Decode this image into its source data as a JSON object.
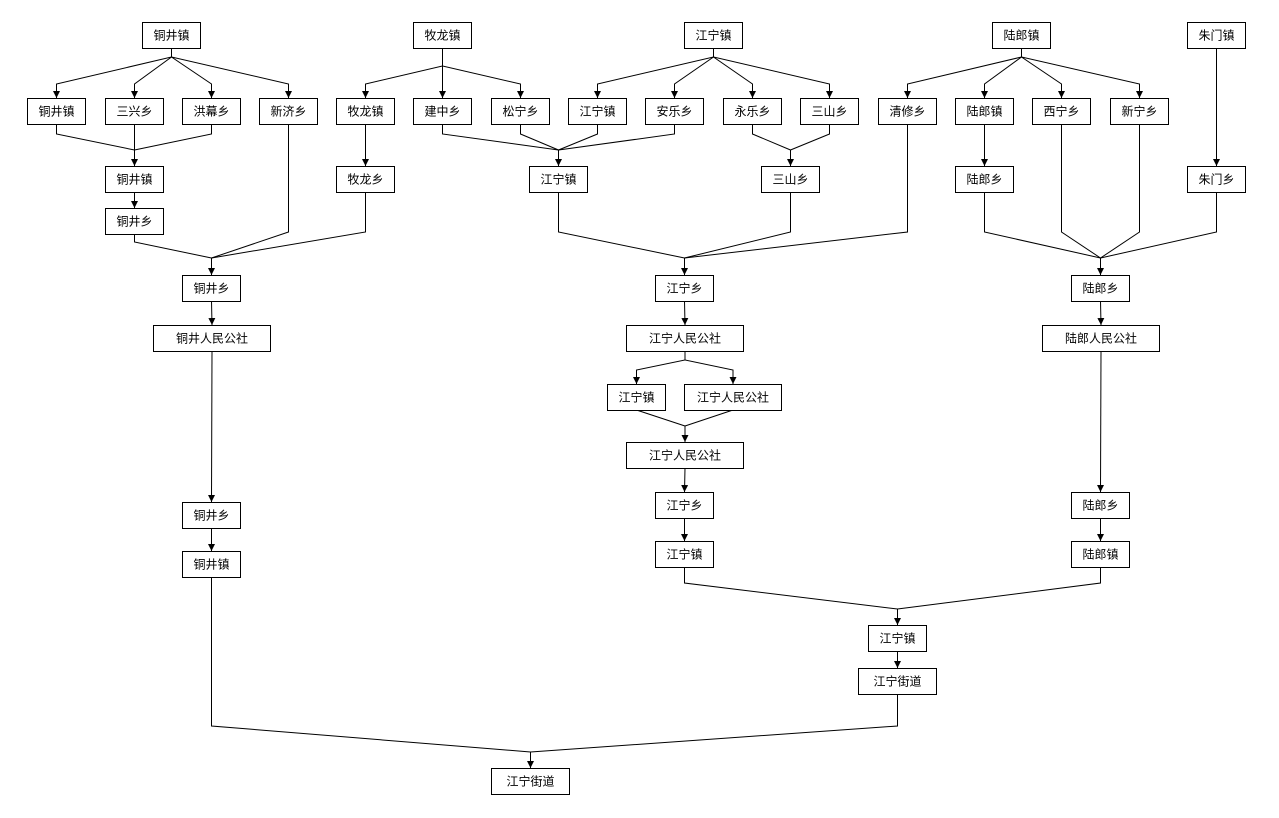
{
  "nodes": [
    {
      "id": "tongjing_zhen_top",
      "label": "铜井镇"
    },
    {
      "id": "mulong_zhen_top",
      "label": "牧龙镇"
    },
    {
      "id": "jiangning_zhen_top",
      "label": "江宁镇"
    },
    {
      "id": "lulang_zhen_top",
      "label": "陆郎镇"
    },
    {
      "id": "zhumen_zhen_top",
      "label": "朱门镇"
    },
    {
      "id": "tongjing_zhen_r2",
      "label": "铜井镇"
    },
    {
      "id": "sanxing_xiang",
      "label": "三兴乡"
    },
    {
      "id": "hongmu_xiang",
      "label": "洪幕乡"
    },
    {
      "id": "xinji_xiang",
      "label": "新济乡"
    },
    {
      "id": "mulong_zhen_r2",
      "label": "牧龙镇"
    },
    {
      "id": "jianzhong_xiang",
      "label": "建中乡"
    },
    {
      "id": "songning_xiang",
      "label": "松宁乡"
    },
    {
      "id": "jiangning_zhen_r2",
      "label": "江宁镇"
    },
    {
      "id": "anle_xiang",
      "label": "安乐乡"
    },
    {
      "id": "yongle_xiang",
      "label": "永乐乡"
    },
    {
      "id": "sanshan_xiang_r2",
      "label": "三山乡"
    },
    {
      "id": "qingxiu_xiang",
      "label": "清修乡"
    },
    {
      "id": "lulang_zhen_r2",
      "label": "陆郎镇"
    },
    {
      "id": "xining_xiang",
      "label": "西宁乡"
    },
    {
      "id": "xinning_xiang",
      "label": "新宁乡"
    },
    {
      "id": "tongjing_zhen_r3",
      "label": "铜井镇"
    },
    {
      "id": "mulong_xiang",
      "label": "牧龙乡"
    },
    {
      "id": "jiangning_zhen_r3",
      "label": "江宁镇"
    },
    {
      "id": "sanshan_xiang_r3",
      "label": "三山乡"
    },
    {
      "id": "lulang_xiang_r3",
      "label": "陆郎乡"
    },
    {
      "id": "zhumen_xiang",
      "label": "朱门乡"
    },
    {
      "id": "tongjing_xiang_r4",
      "label": "铜井乡"
    },
    {
      "id": "tongjing_xiang_r5",
      "label": "铜井乡"
    },
    {
      "id": "jiangning_xiang_r5",
      "label": "江宁乡"
    },
    {
      "id": "lulang_xiang_r5",
      "label": "陆郎乡"
    },
    {
      "id": "tongjing_commune",
      "label": "铜井人民公社"
    },
    {
      "id": "jiangning_commune_1",
      "label": "江宁人民公社"
    },
    {
      "id": "lulang_commune",
      "label": "陆郎人民公社"
    },
    {
      "id": "jiangning_zhen_split",
      "label": "江宁镇"
    },
    {
      "id": "jiangning_commune_split",
      "label": "江宁人民公社"
    },
    {
      "id": "jiangning_commune_2",
      "label": "江宁人民公社"
    },
    {
      "id": "tongjing_xiang_r9",
      "label": "铜井乡"
    },
    {
      "id": "jiangning_xiang_r9",
      "label": "江宁乡"
    },
    {
      "id": "lulang_xiang_r9",
      "label": "陆郎乡"
    },
    {
      "id": "tongjing_zhen_r10",
      "label": "铜井镇"
    },
    {
      "id": "jiangning_zhen_r10",
      "label": "江宁镇"
    },
    {
      "id": "lulang_zhen_r10",
      "label": "陆郎镇"
    },
    {
      "id": "jiangning_zhen_r11",
      "label": "江宁镇"
    },
    {
      "id": "jiangning_jiedao_r12",
      "label": "江宁街道"
    },
    {
      "id": "jiangning_jiedao_final",
      "label": "江宁街道"
    }
  ],
  "edges": [
    [
      "tongjing_zhen_top",
      "tongjing_zhen_r2"
    ],
    [
      "tongjing_zhen_top",
      "sanxing_xiang"
    ],
    [
      "tongjing_zhen_top",
      "hongmu_xiang"
    ],
    [
      "tongjing_zhen_top",
      "xinji_xiang"
    ],
    [
      "mulong_zhen_top",
      "mulong_zhen_r2"
    ],
    [
      "mulong_zhen_top",
      "jianzhong_xiang"
    ],
    [
      "mulong_zhen_top",
      "songning_xiang"
    ],
    [
      "jiangning_zhen_top",
      "jiangning_zhen_r2"
    ],
    [
      "jiangning_zhen_top",
      "anle_xiang"
    ],
    [
      "jiangning_zhen_top",
      "yongle_xiang"
    ],
    [
      "jiangning_zhen_top",
      "sanshan_xiang_r2"
    ],
    [
      "lulang_zhen_top",
      "qingxiu_xiang"
    ],
    [
      "lulang_zhen_top",
      "lulang_zhen_r2"
    ],
    [
      "lulang_zhen_top",
      "xining_xiang"
    ],
    [
      "lulang_zhen_top",
      "xinning_xiang"
    ],
    [
      "zhumen_zhen_top",
      "zhumen_xiang"
    ],
    [
      "tongjing_zhen_r2",
      "tongjing_zhen_r3"
    ],
    [
      "sanxing_xiang",
      "tongjing_zhen_r3"
    ],
    [
      "hongmu_xiang",
      "tongjing_zhen_r3"
    ],
    [
      "tongjing_zhen_r3",
      "tongjing_xiang_r4"
    ],
    [
      "mulong_zhen_r2",
      "mulong_xiang"
    ],
    [
      "jianzhong_xiang",
      "jiangning_zhen_r3"
    ],
    [
      "songning_xiang",
      "jiangning_zhen_r3"
    ],
    [
      "jiangning_zhen_r2",
      "jiangning_zhen_r3"
    ],
    [
      "anle_xiang",
      "jiangning_zhen_r3"
    ],
    [
      "yongle_xiang",
      "sanshan_xiang_r3"
    ],
    [
      "sanshan_xiang_r2",
      "sanshan_xiang_r3"
    ],
    [
      "lulang_zhen_r2",
      "lulang_xiang_r3"
    ],
    [
      "tongjing_xiang_r4",
      "tongjing_xiang_r5"
    ],
    [
      "xinji_xiang",
      "tongjing_xiang_r5"
    ],
    [
      "mulong_xiang",
      "tongjing_xiang_r5"
    ],
    [
      "jiangning_zhen_r3",
      "jiangning_xiang_r5"
    ],
    [
      "sanshan_xiang_r3",
      "jiangning_xiang_r5"
    ],
    [
      "qingxiu_xiang",
      "jiangning_xiang_r5"
    ],
    [
      "lulang_xiang_r3",
      "lulang_xiang_r5"
    ],
    [
      "xining_xiang",
      "lulang_xiang_r5"
    ],
    [
      "xinning_xiang",
      "lulang_xiang_r5"
    ],
    [
      "zhumen_xiang",
      "lulang_xiang_r5"
    ],
    [
      "tongjing_xiang_r5",
      "tongjing_commune"
    ],
    [
      "jiangning_xiang_r5",
      "jiangning_commune_1"
    ],
    [
      "lulang_xiang_r5",
      "lulang_commune"
    ],
    [
      "jiangning_commune_1",
      "jiangning_zhen_split"
    ],
    [
      "jiangning_commune_1",
      "jiangning_commune_split"
    ],
    [
      "jiangning_zhen_split",
      "jiangning_commune_2"
    ],
    [
      "jiangning_commune_split",
      "jiangning_commune_2"
    ],
    [
      "tongjing_commune",
      "tongjing_xiang_r9"
    ],
    [
      "jiangning_commune_2",
      "jiangning_xiang_r9"
    ],
    [
      "lulang_commune",
      "lulang_xiang_r9"
    ],
    [
      "tongjing_xiang_r9",
      "tongjing_zhen_r10"
    ],
    [
      "jiangning_xiang_r9",
      "jiangning_zhen_r10"
    ],
    [
      "lulang_xiang_r9",
      "lulang_zhen_r10"
    ],
    [
      "jiangning_zhen_r10",
      "jiangning_zhen_r11"
    ],
    [
      "lulang_zhen_r10",
      "jiangning_zhen_r11"
    ],
    [
      "jiangning_zhen_r11",
      "jiangning_jiedao_r12"
    ],
    [
      "tongjing_zhen_r10",
      "jiangning_jiedao_final"
    ],
    [
      "jiangning_jiedao_r12",
      "jiangning_jiedao_final"
    ]
  ]
}
